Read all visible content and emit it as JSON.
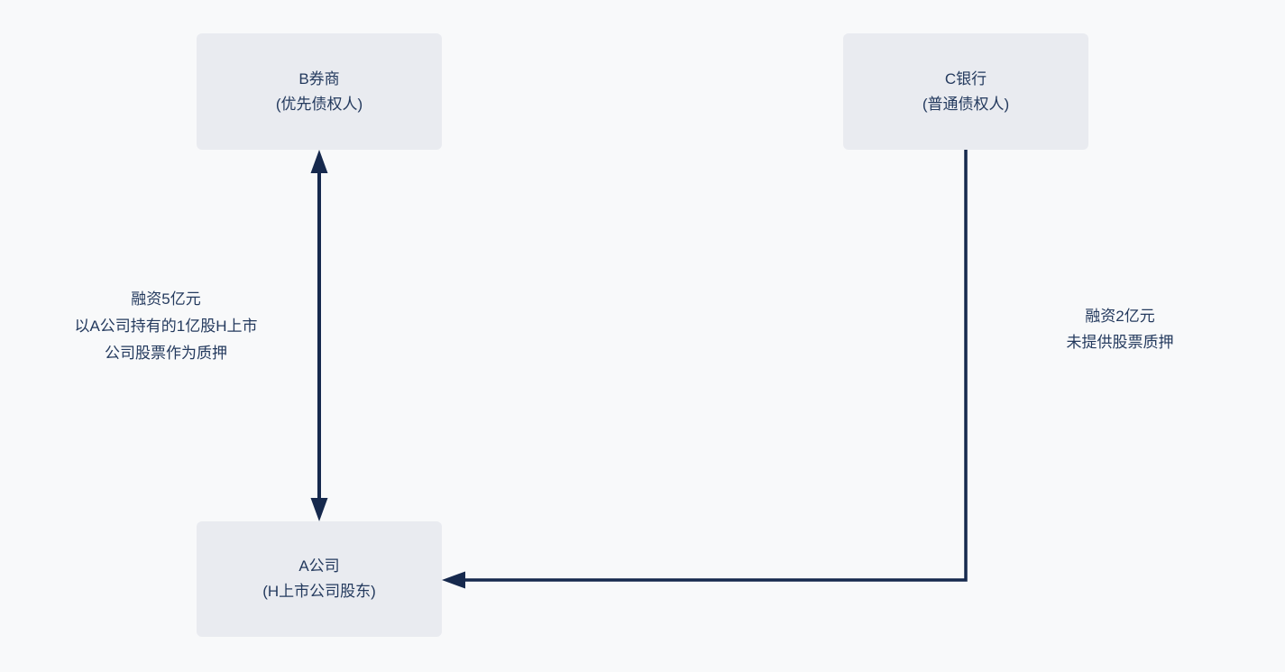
{
  "diagram": {
    "background_color": "#f8f9fa",
    "node_fill_color": "#e9ebf0",
    "text_color": "#243a5e",
    "arrow_color": "#16294d",
    "nodes": [
      {
        "id": "b-broker",
        "title": "B券商",
        "subtitle": "(优先债权人)"
      },
      {
        "id": "c-bank",
        "title": "C银行",
        "subtitle": "(普通债权人)"
      },
      {
        "id": "a-company",
        "title": "A公司",
        "subtitle": "(H上市公司股东)"
      }
    ],
    "edges": [
      {
        "id": "b-a",
        "from": "b-broker",
        "to": "a-company",
        "type": "double-headed-vertical-arrow",
        "label_lines": [
          "融资5亿元",
          "以A公司持有的1亿股H上市",
          "公司股票作为质押"
        ]
      },
      {
        "id": "c-a",
        "from": "c-bank",
        "to": "a-company",
        "type": "elbow-arrow-left",
        "label_lines": [
          "融资2亿元",
          "未提供股票质押"
        ]
      }
    ]
  }
}
